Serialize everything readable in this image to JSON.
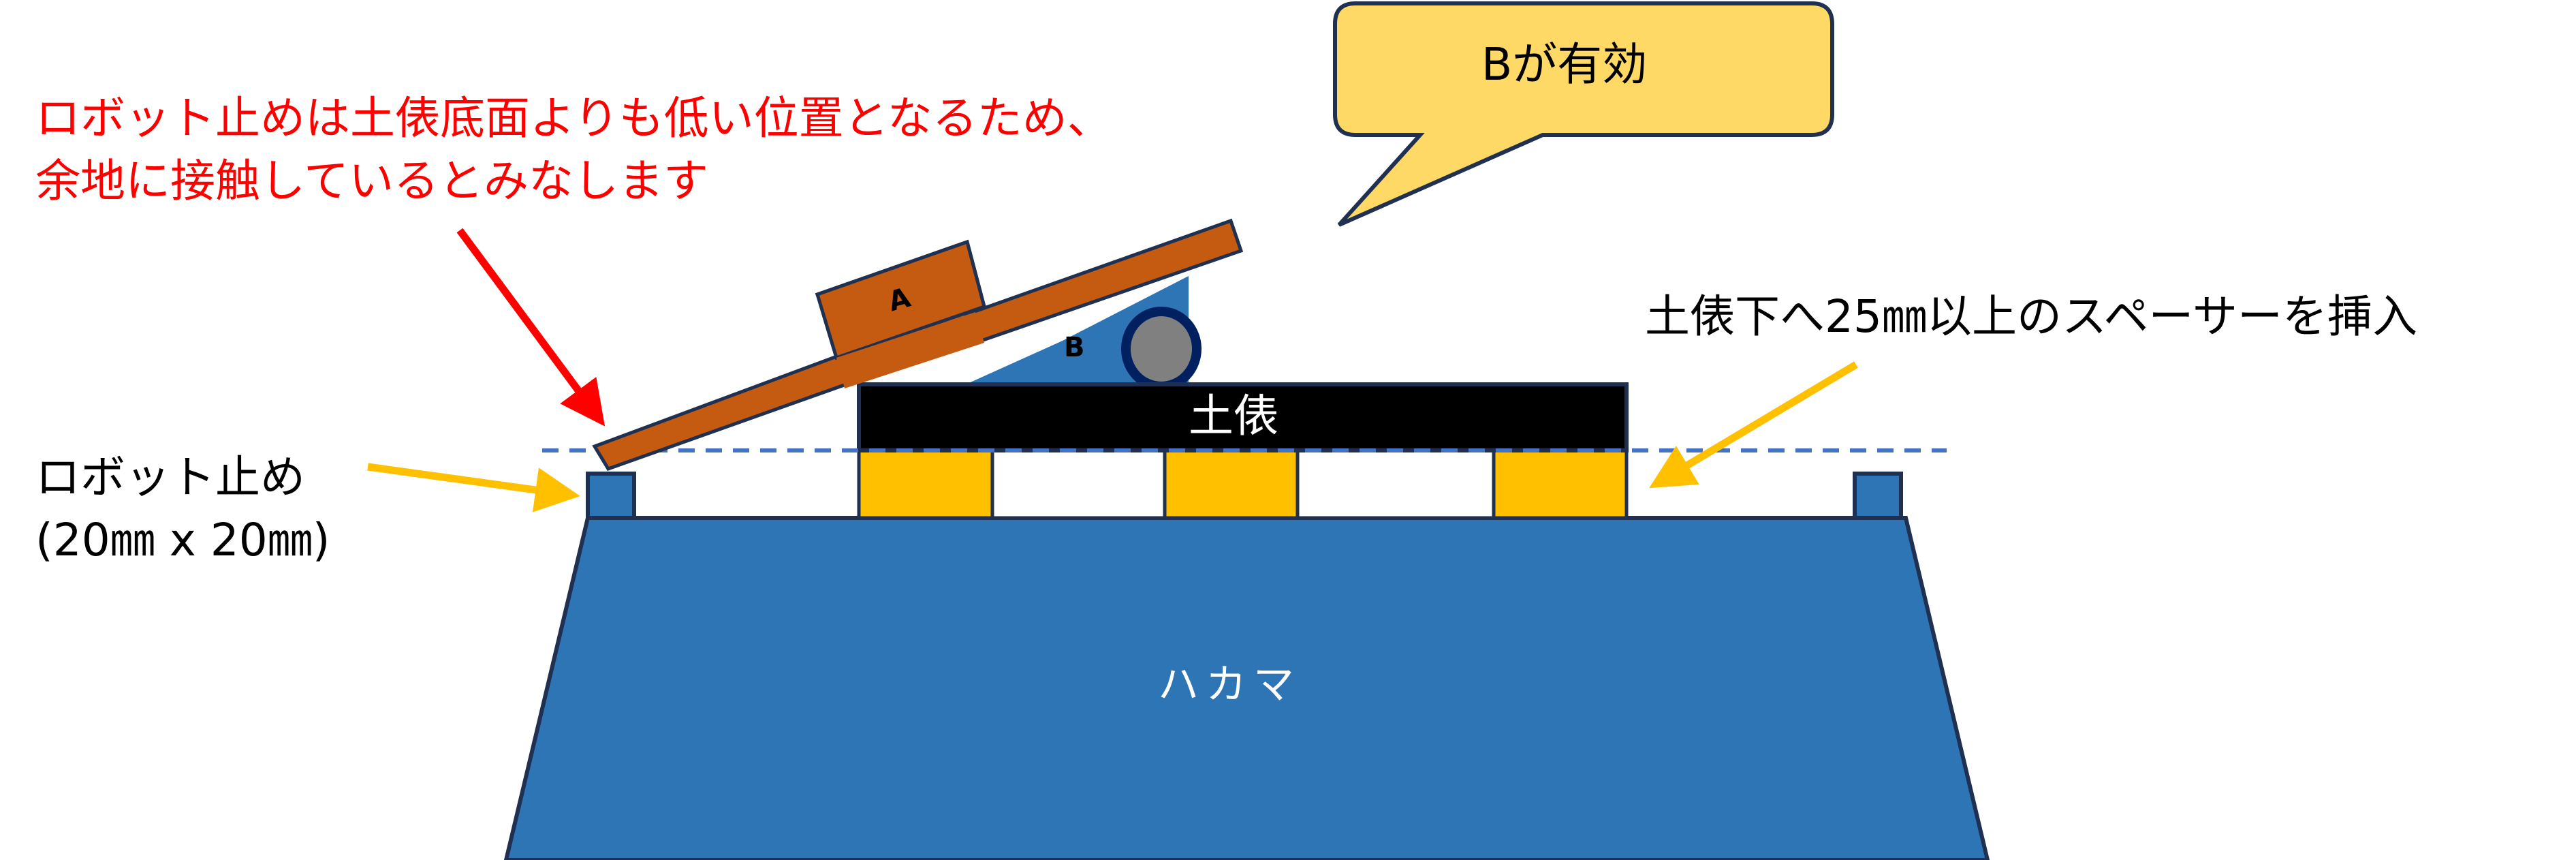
{
  "diagram": {
    "notes": {
      "red_note_line1": "ロボット止めは土俵底面よりも低い位置となるため、",
      "red_note_line2": "余地に接触しているとみなします",
      "spacer_note": "土俵下へ25㎜以上のスペーサーを挿入",
      "robot_stopper_label_line1": "ロボット止め",
      "robot_stopper_label_line2": "(20㎜ x 20㎜)"
    },
    "callout": {
      "text": "Bが有効"
    },
    "parts": {
      "dohyo": "土俵",
      "hakama": "ハカマ",
      "robot_a": "A",
      "robot_b": "B"
    },
    "colors": {
      "red_text": "#ff0000",
      "hakama_blue": "#2e75b6",
      "outline_navy": "#1f3050",
      "spacer_yellow": "#ffc000",
      "robot_orange": "#c55a11",
      "callout_fill": "#ffd966",
      "wheel_gray": "#808080",
      "wheel_rim": "#002060",
      "dashed_line": "#4472c4",
      "arrow_yellow": "#ffc000",
      "arrow_red": "#ff0000"
    }
  }
}
